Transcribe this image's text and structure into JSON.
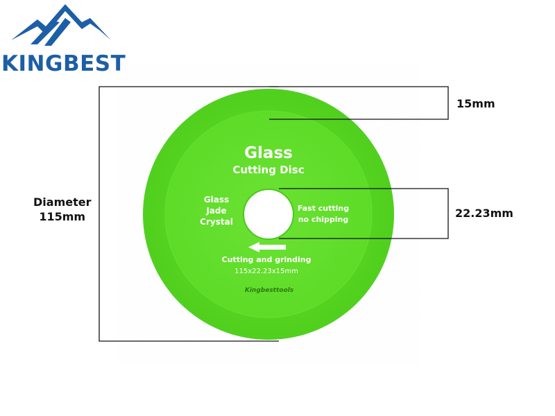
{
  "brand": {
    "name": "KINGBEST",
    "color": "#1d5fa6",
    "logo_icon": "mountain-peaks-icon"
  },
  "disc": {
    "color": "#5cdc26",
    "title": "Glass",
    "subtitle": "Cutting Disc",
    "materials": [
      "Glass",
      "Jade",
      "Crystal"
    ],
    "features": [
      "Fast cutting",
      "no chipping"
    ],
    "usage": "Cutting and grinding",
    "size_spec": "115x22.23x15mm",
    "maker_mark": "Kingbesttools",
    "direction_icon": "arrow-left-icon"
  },
  "dimensions": {
    "rim_width": "15mm",
    "bore": "22.23mm",
    "diameter_label": "Diameter",
    "diameter_value": "115mm"
  }
}
